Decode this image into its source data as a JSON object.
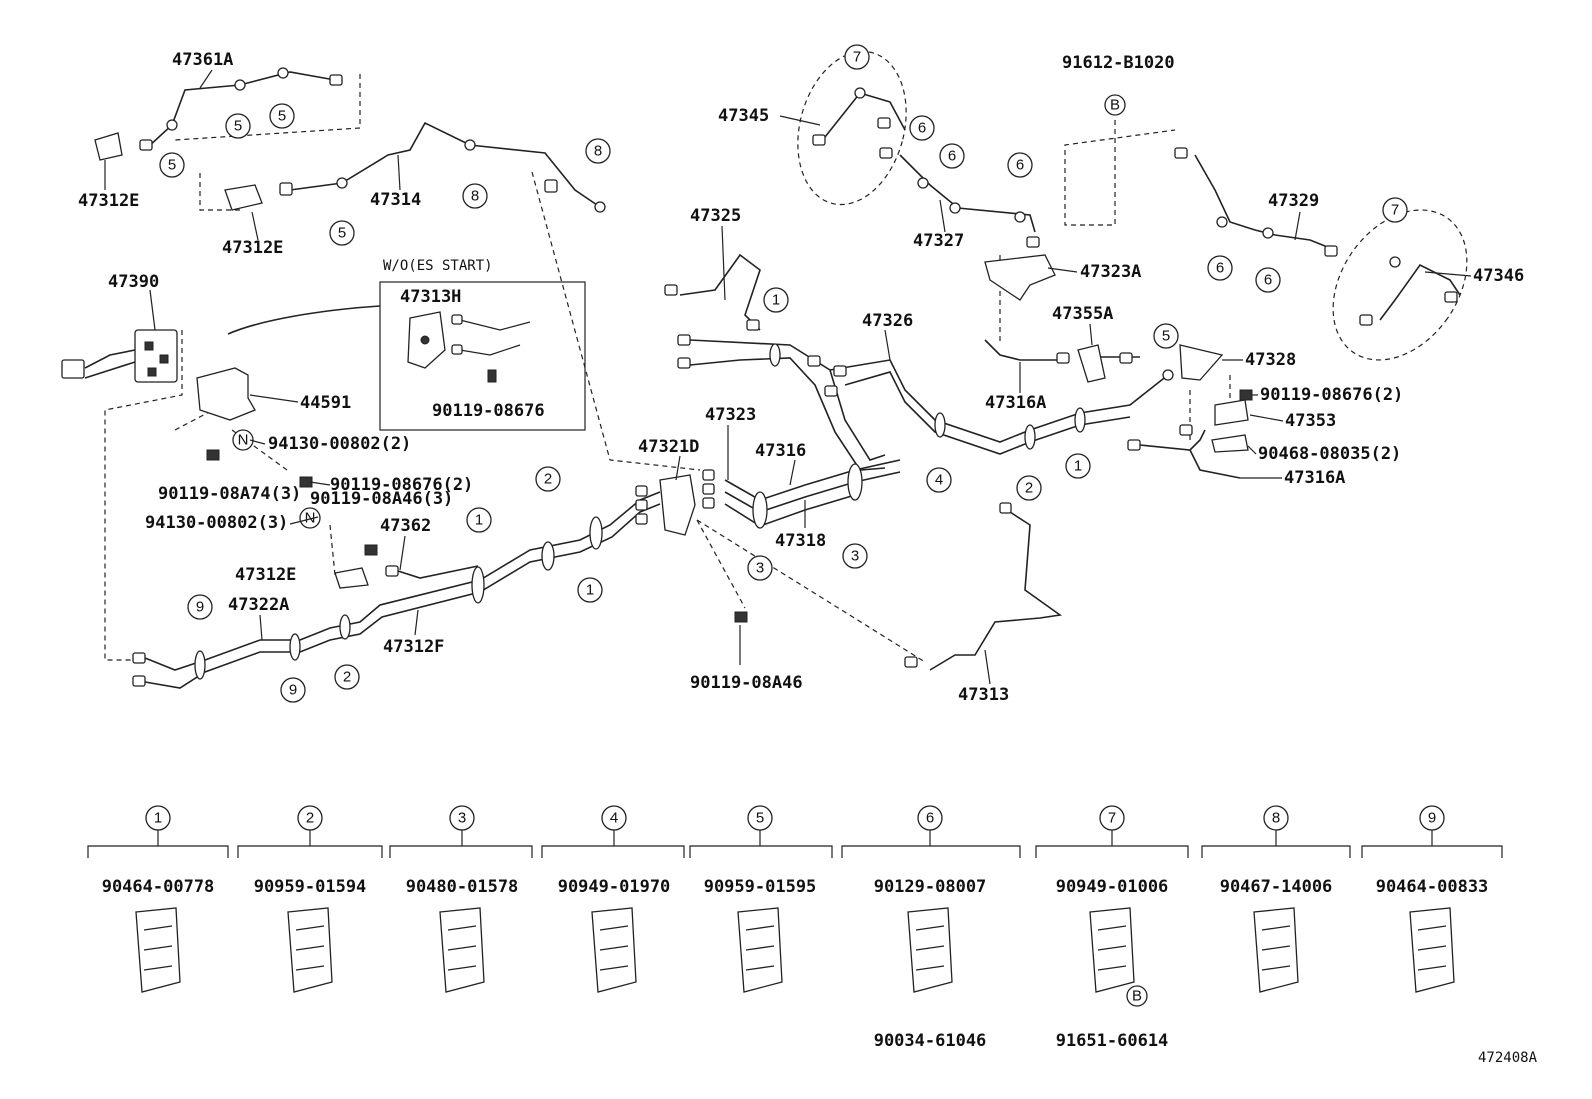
{
  "diagram": {
    "labels": {
      "p47361A": "47361A",
      "p47312E_a": "47312E",
      "p47312E_b": "47312E",
      "p47312E_c": "47312E",
      "p47314": "47314",
      "p47390": "47390",
      "p44591": "44591",
      "p47313H": "47313H",
      "p90119_08676_box": "90119-08676",
      "p94130_00802_2": "94130-00802(2)",
      "p90119_08A74_3": "90119-08A74(3)",
      "p90119_08676_2a": "90119-08676(2)",
      "p90119_08A46_3": "90119-08A46(3)",
      "p94130_00802_3": "94130-00802(3)",
      "p47362": "47362",
      "p47322A": "47322A",
      "p47312F": "47312F",
      "p47321D": "47321D",
      "p47323": "47323",
      "p47316": "47316",
      "p47318": "47318",
      "p47325": "47325",
      "p47345": "47345",
      "p47327": "47327",
      "p91612_B1020": "91612-B1020",
      "p47323A": "47323A",
      "p47326": "47326",
      "p47355A": "47355A",
      "p47316A_a": "47316A",
      "p47316A_b": "47316A",
      "p47328": "47328",
      "p90119_08676_2b": "90119-08676(2)",
      "p47353": "47353",
      "p90468_08035_2": "90468-08035(2)",
      "p47329": "47329",
      "p47346": "47346",
      "p90119_08A46": "90119-08A46",
      "p47313": "47313",
      "ref_id": "472408A"
    },
    "inset_title": "W/O(ES START)",
    "callout_letters": {
      "N": "N",
      "B": "B"
    },
    "callout_numbers": [
      "1",
      "2",
      "3",
      "4",
      "5",
      "6",
      "7",
      "8",
      "9"
    ],
    "clamp_legend": [
      {
        "key": "1",
        "part": "90464-00778"
      },
      {
        "key": "2",
        "part": "90959-01594"
      },
      {
        "key": "3",
        "part": "90480-01578"
      },
      {
        "key": "4",
        "part": "90949-01970"
      },
      {
        "key": "5",
        "part": "90959-01595"
      },
      {
        "key": "6",
        "part": "90129-08007",
        "sub_part": "90034-61046"
      },
      {
        "key": "7",
        "part": "90949-01006",
        "sub_part": "91651-60614"
      },
      {
        "key": "8",
        "part": "90467-14006"
      },
      {
        "key": "9",
        "part": "90464-00833"
      }
    ]
  }
}
